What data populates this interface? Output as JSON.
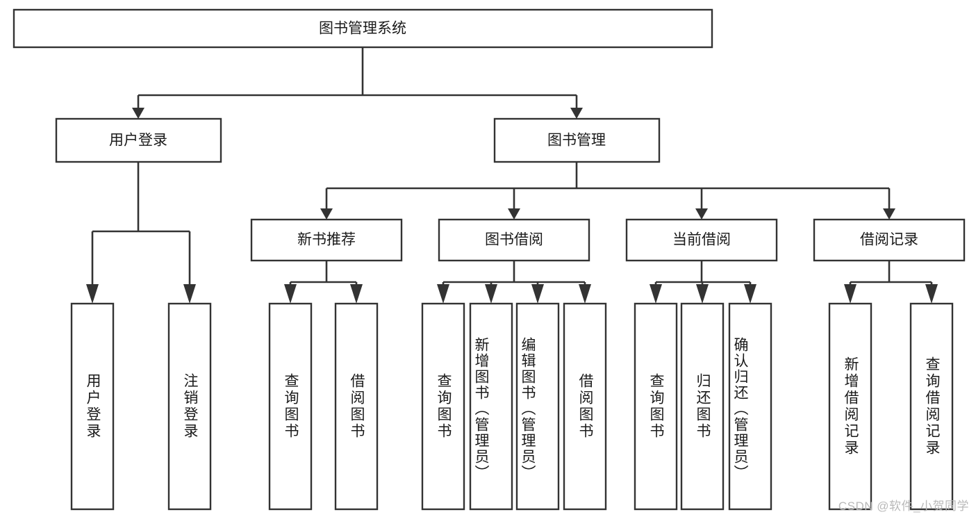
{
  "diagram": {
    "title": "图书管理系统",
    "type": "tree",
    "watermark": "CSDN @软件_小贺同学",
    "colors": {
      "box_stroke": "#333333",
      "box_fill": "#ffffff",
      "text": "#1a1a1a",
      "connector": "#333333",
      "watermark": "#b9b9b9"
    },
    "levels": {
      "root": {
        "label": "图书管理系统"
      },
      "level2": [
        {
          "label": "用户登录"
        },
        {
          "label": "图书管理"
        }
      ],
      "level3": [
        {
          "label": "新书推荐"
        },
        {
          "label": "图书借阅"
        },
        {
          "label": "当前借阅"
        },
        {
          "label": "借阅记录"
        }
      ],
      "leaves": {
        "user_login": [
          {
            "label": "用户登录"
          },
          {
            "label": "注销登录"
          }
        ],
        "new_book_recommend": [
          {
            "label": "查询图书"
          },
          {
            "label": "借阅图书"
          }
        ],
        "book_borrow": [
          {
            "label": "查询图书"
          },
          {
            "label": "新增图书（管理员）"
          },
          {
            "label": "编辑图书（管理员）"
          },
          {
            "label": "借阅图书"
          }
        ],
        "current_borrow": [
          {
            "label": "查询图书"
          },
          {
            "label": "归还图书"
          },
          {
            "label": "确认归还（管理员）"
          }
        ],
        "borrow_record": [
          {
            "label": "新增借阅记录"
          },
          {
            "label": "查询借阅记录"
          }
        ]
      }
    }
  }
}
